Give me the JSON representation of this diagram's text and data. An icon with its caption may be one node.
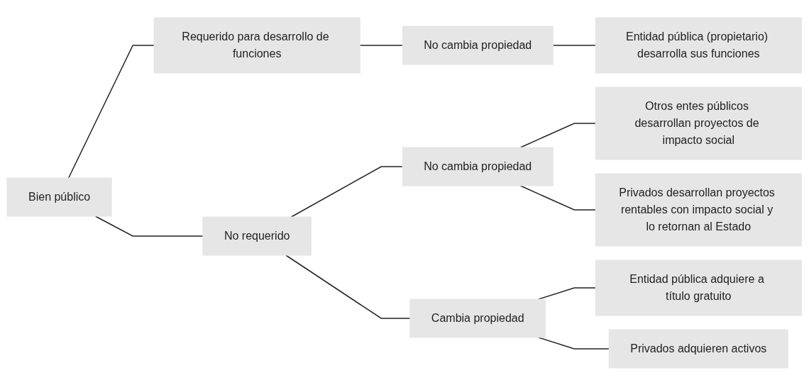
{
  "diagram": {
    "nodes": [
      {
        "text": [
          "Bien público"
        ]
      },
      {
        "text": [
          "Requerido para desarrollo de funciones"
        ]
      },
      {
        "text": [
          "No requerido"
        ]
      },
      {
        "text": [
          "No cambia propiedad"
        ]
      },
      {
        "text": [
          "Entidad pública (propietario) desarrolla sus funciones"
        ]
      },
      {
        "text": [
          "No cambia propiedad"
        ]
      },
      {
        "text": [
          "Cambia propiedad"
        ]
      },
      {
        "text": [
          "Otros entes públicos desarrollan proyectos de impacto social"
        ]
      },
      {
        "text": [
          "Privados desarrollan proyectos rentables con impacto social y lo retornan al Estado"
        ]
      },
      {
        "text": [
          "Entidad pública adquiere a título gratuito"
        ]
      },
      {
        "text": [
          "Privados adquieren activos"
        ]
      }
    ],
    "edges": [
      {
        "from": 0,
        "to": 1,
        "arrow": "none"
      },
      {
        "from": 0,
        "to": 2,
        "arrow": "none"
      },
      {
        "from": 1,
        "to": 3,
        "arrow": "none"
      },
      {
        "from": 3,
        "to": 4,
        "arrow": "none"
      },
      {
        "from": 2,
        "to": 5,
        "arrow": "none"
      },
      {
        "from": 2,
        "to": 6,
        "arrow": "none"
      },
      {
        "from": 5,
        "to": 7,
        "arrow": "none"
      },
      {
        "from": 5,
        "to": 8,
        "arrow": "none"
      },
      {
        "from": 6,
        "to": 9,
        "arrow": "none"
      },
      {
        "from": 6,
        "to": 10,
        "arrow": "none"
      }
    ]
  }
}
